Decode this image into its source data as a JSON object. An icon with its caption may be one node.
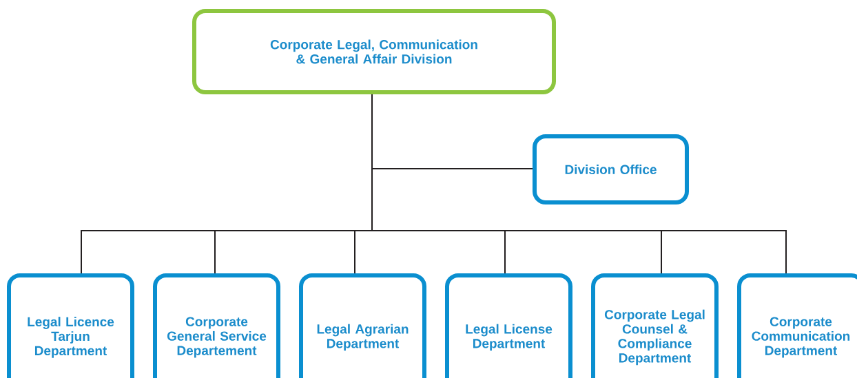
{
  "diagram": {
    "nodes": [
      {
        "text": [
          "Corporate Legal, Communication & General Affair Division"
        ]
      },
      {
        "text": [
          "Division Office"
        ]
      },
      {
        "text": [
          "Legal Licence Tarjun Department"
        ]
      },
      {
        "text": [
          "Corporate General Service Departement"
        ]
      },
      {
        "text": [
          "Legal Agrarian Department"
        ]
      },
      {
        "text": [
          "Legal License Department"
        ]
      },
      {
        "text": [
          "Corporate Legal Counsel & Compliance Department"
        ]
      },
      {
        "text": [
          "Corporate Communication Department"
        ]
      }
    ],
    "edges": [
      {
        "from": 0,
        "to": 1,
        "arrow": "none"
      },
      {
        "from": 0,
        "to": 2,
        "arrow": "none"
      },
      {
        "from": 0,
        "to": 3,
        "arrow": "none"
      },
      {
        "from": 0,
        "to": 4,
        "arrow": "none"
      },
      {
        "from": 0,
        "to": 5,
        "arrow": "none"
      },
      {
        "from": 0,
        "to": 6,
        "arrow": "none"
      },
      {
        "from": 0,
        "to": 7,
        "arrow": "none"
      }
    ]
  }
}
